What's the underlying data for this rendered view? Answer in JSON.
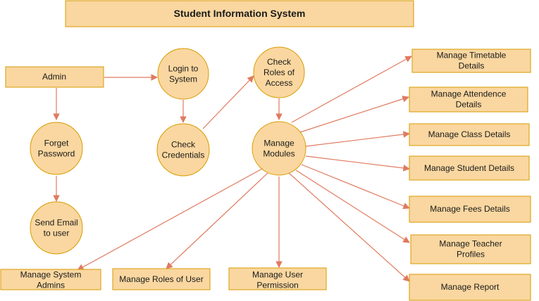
{
  "title": "Student Information System",
  "colors": {
    "fill": "#fad7a0",
    "stroke": "#d79b00",
    "edge": "#e07a5f"
  },
  "nodes": {
    "admin": [
      "Admin"
    ],
    "forget_password": [
      "Forget",
      "Password"
    ],
    "send_email": [
      "Send Email",
      "to user"
    ],
    "login": [
      "Login to",
      "System"
    ],
    "check_credentials": [
      "Check",
      "Credentials"
    ],
    "check_roles": [
      "Check",
      "Roles of",
      "Access"
    ],
    "manage_modules": [
      "Manage",
      "Modules"
    ],
    "timetable": [
      "Manage Timetable",
      "Details"
    ],
    "attendence": [
      "Manage Attendence",
      "Details"
    ],
    "class_details": [
      "Manage Class Details"
    ],
    "student_details": [
      "Manage Student Details"
    ],
    "fees_details": [
      "Manage Fees Details"
    ],
    "teacher_profiles": [
      "Manage Teacher",
      "Profiles"
    ],
    "report": [
      "Manage Report"
    ],
    "system_admins": [
      "Manage System",
      "Admins"
    ],
    "roles_of_user": [
      "Manage Roles of User"
    ],
    "user_permission": [
      "Manage User",
      "Permission"
    ]
  }
}
